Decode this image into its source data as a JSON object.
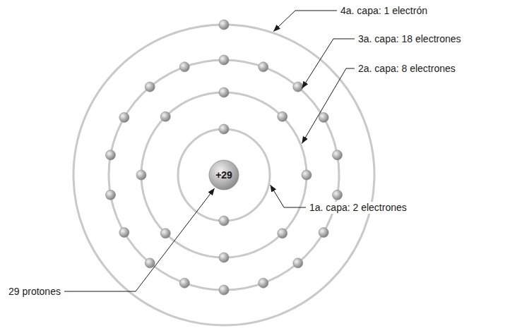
{
  "diagram": {
    "nodes": [
      {
        "text": [
          "+29"
        ]
      }
    ],
    "labels": [
      "4a. capa: 1 electrón",
      "3a. capa: 18 electrones",
      "2a. capa: 8 electrones",
      "1a. capa: 2 electrones",
      "29 protones"
    ]
  }
}
